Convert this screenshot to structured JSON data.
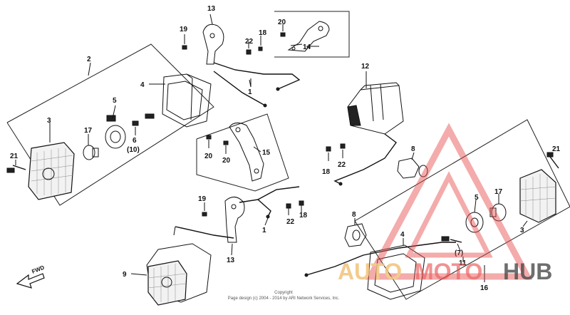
{
  "labels": {
    "n13a": "13",
    "n19a": "19",
    "n22a": "22",
    "n18a": "18",
    "n20a": "20",
    "n14": "14",
    "n2": "2",
    "n4a": "4",
    "n1a": "1",
    "n12": "12",
    "n5a": "5",
    "n3a": "3",
    "n17a": "17",
    "n6": "6",
    "n10": "(10)",
    "n21a": "21",
    "n20b": "20",
    "n20c": "20",
    "n15": "15",
    "n18b": "18",
    "n22b": "22",
    "n8a": "8",
    "n21b": "21",
    "n19b": "19",
    "n22c": "22",
    "n18c": "18",
    "n1b": "1",
    "n13b": "13",
    "n9": "9",
    "n8b": "8",
    "n17b": "17",
    "n5b": "5",
    "n3b": "3",
    "n4b": "4",
    "n7": "(7)",
    "n11": "11",
    "n16": "16"
  },
  "fwd_label": "FWD",
  "copyright": {
    "line1": "Copyright",
    "line2": "Page design (c) 2004 - 2014 by ARI Network Services, Inc."
  },
  "watermark": {
    "part1": "AUTO",
    "part2": "MOTO",
    "part3": "HUB",
    "color_auto": "#f2c27a",
    "color_moto": "#e84a4a",
    "color_hub": "#2b2b2b"
  }
}
